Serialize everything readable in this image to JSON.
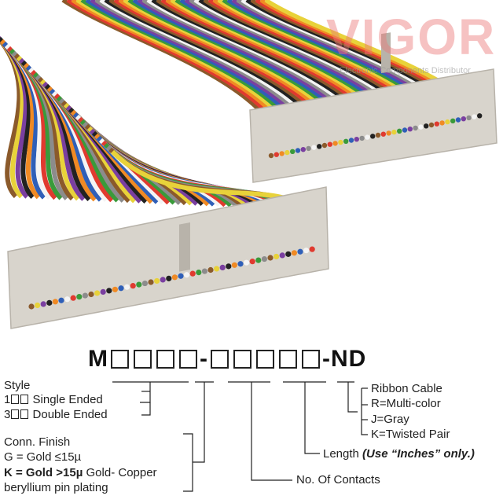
{
  "watermark": {
    "brand": "VIGOR",
    "tagline": "Electronic Components Distributor"
  },
  "part_number": {
    "prefix": "M",
    "separator": "-",
    "suffix": "-ND"
  },
  "style": {
    "heading": "Style",
    "single_code": "1",
    "single_label": "Single Ended",
    "double_code": "3",
    "double_label": "Double Ended"
  },
  "conn_finish": {
    "heading": "Conn. Finish",
    "gold_low": "G = Gold ≤15µ",
    "gold_high_code": "K = Gold >15µ",
    "gold_high_desc": " Gold- Copper",
    "gold_high_desc2": "beryllium pin plating"
  },
  "ribbon": {
    "heading": "Ribbon Cable",
    "r": "R=Multi-color",
    "j": "J=Gray",
    "k": "K=Twisted Pair"
  },
  "length": {
    "label": "Length ",
    "note": "(Use “Inches” only.)"
  },
  "contacts": {
    "label": "No. Of Contacts"
  },
  "colors": {
    "connector": "#d8d4cc",
    "connector_shadow": "#b8b3aa",
    "wires": [
      "#8b5a2b",
      "#e03a2f",
      "#f08a24",
      "#e8d23a",
      "#3a9a3a",
      "#2f5fb8",
      "#7a3fa0",
      "#8c8c8c",
      "#f4f4f4",
      "#222222"
    ]
  }
}
